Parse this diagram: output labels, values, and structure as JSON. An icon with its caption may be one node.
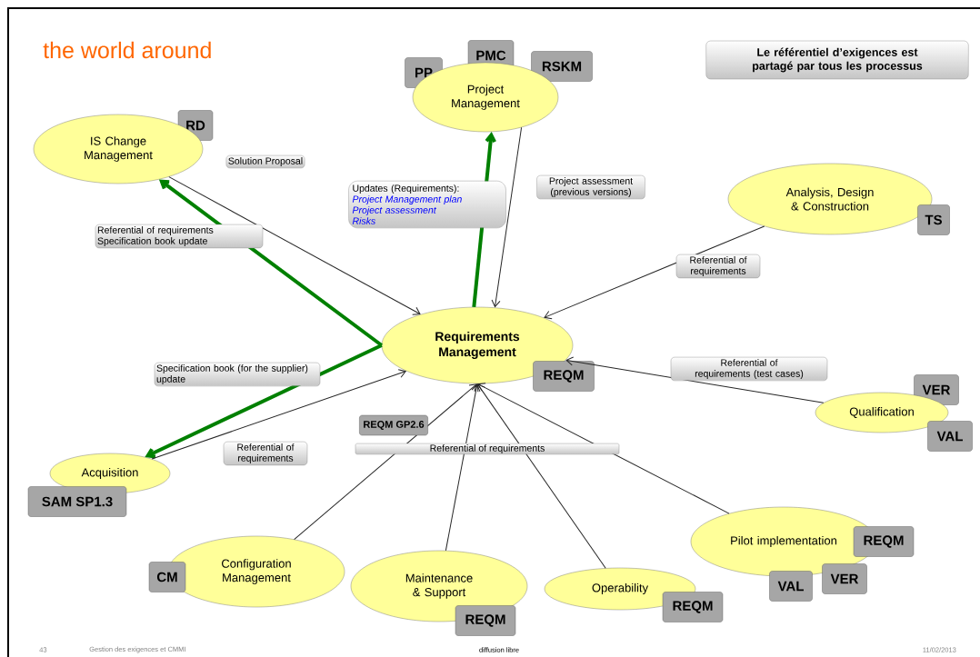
{
  "diagram": {
    "title": "the world around",
    "nodes": [
      {
        "text": [
          "PP"
        ]
      },
      {
        "text": [
          "PMC"
        ]
      },
      {
        "text": [
          "RSKM"
        ]
      },
      {
        "text": [
          "Project Management"
        ]
      },
      {
        "text": [
          "Le référentiel d’exigences est partagé par tous les processus"
        ]
      },
      {
        "text": [
          "RD"
        ]
      },
      {
        "text": [
          "IS Change Management"
        ]
      },
      {
        "text": [
          "Analysis, Design & Construction"
        ]
      },
      {
        "text": [
          "TS"
        ]
      },
      {
        "text": [
          "Requirements Management"
        ]
      },
      {
        "text": [
          "REQM"
        ]
      },
      {
        "text": [
          "VER"
        ]
      },
      {
        "text": [
          "Qualification"
        ]
      },
      {
        "text": [
          "VAL"
        ]
      },
      {
        "text": [
          "Acquisition"
        ]
      },
      {
        "text": [
          "SAM SP1.3"
        ]
      },
      {
        "text": [
          "Pilot implementation"
        ]
      },
      {
        "text": [
          "REQM"
        ]
      },
      {
        "text": [
          "Configuration Management"
        ]
      },
      {
        "text": [
          "CM"
        ]
      },
      {
        "text": [
          "Maintenance & Support"
        ]
      },
      {
        "text": [
          "VAL"
        ]
      },
      {
        "text": [
          "VER"
        ]
      },
      {
        "text": [
          "Operability"
        ]
      },
      {
        "text": [
          "REQM"
        ]
      },
      {
        "text": [
          "REQM"
        ]
      }
    ],
    "edges": [
      {
        "from": 6,
        "to": 9,
        "arrow": "to",
        "label": "Solution Proposal"
      },
      {
        "from": 9,
        "to": 6,
        "arrow": "to",
        "label": "Referential of requirements Specification book update",
        "style": "thick",
        "color": "#008000"
      },
      {
        "from": 9,
        "to": 3,
        "arrow": "to",
        "label": "Updates (Requirements):",
        "style": "thick",
        "color": "#008000"
      },
      {
        "from": 3,
        "to": 9,
        "arrow": "to",
        "label": "Project assessment (previous versions)"
      },
      {
        "from": 7,
        "to": 9,
        "arrow": "to",
        "label": "Referential of requirements"
      },
      {
        "from": 12,
        "to": 9,
        "arrow": "to",
        "label": "Referential of requirements (test cases)"
      },
      {
        "from": 9,
        "to": 14,
        "arrow": "to",
        "label": "Specification book (for the supplier) update",
        "style": "thick",
        "color": "#008000"
      },
      {
        "from": 14,
        "to": 9,
        "arrow": "to",
        "label": "Referential of requirements"
      },
      {
        "from": 18,
        "to": 9,
        "arrow": "to",
        "label": "REQM GP2.6"
      },
      {
        "from": 20,
        "to": 9,
        "arrow": "to",
        "label": "Referential of requirements"
      },
      {
        "from": 23,
        "to": 9,
        "arrow": "to"
      },
      {
        "from": 16,
        "to": 9,
        "arrow": "to"
      }
    ],
    "labels": [
      "Project Management plan",
      "Project assessment",
      "Risks",
      "43",
      "Gestion des exigences et CMMI",
      "diffusion libre",
      "11/02/2013"
    ]
  }
}
